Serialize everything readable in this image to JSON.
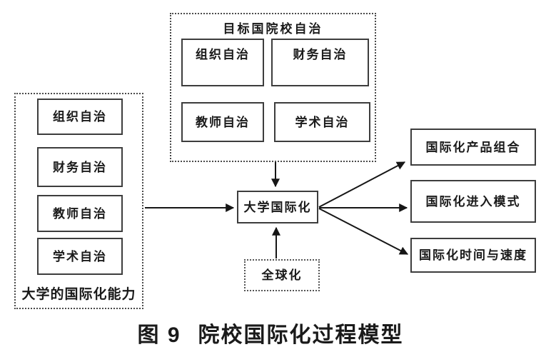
{
  "diagram": {
    "top_group": {
      "title": "目标国院校自治",
      "boxes": [
        "组织自治",
        "财务自治",
        "教师自治",
        "学术自治"
      ]
    },
    "left_group": {
      "boxes": [
        "组织自治",
        "财务自治",
        "教师自治",
        "学术自治"
      ],
      "label": "大学的国际化能力"
    },
    "center_node": "大学国际化",
    "bottom_node": "全球化",
    "right_nodes": [
      "国际化产品组合",
      "国际化进入模式",
      "国际化时间与速度"
    ],
    "edges": [
      {
        "from": "目标国院校自治",
        "to": "大学国际化"
      },
      {
        "from": "大学的国际化能力",
        "to": "大学国际化"
      },
      {
        "from": "全球化",
        "to": "大学国际化"
      },
      {
        "from": "大学国际化",
        "to": "国际化产品组合"
      },
      {
        "from": "大学国际化",
        "to": "国际化进入模式"
      },
      {
        "from": "大学国际化",
        "to": "国际化时间与速度"
      }
    ],
    "caption": {
      "number": "图 9",
      "title": "院校国际化过程模型"
    }
  },
  "colors": {
    "background": "#ffffff",
    "line": "#1a1a1a",
    "box_border": "#3d3d3d",
    "text": "#1a1a1a"
  }
}
